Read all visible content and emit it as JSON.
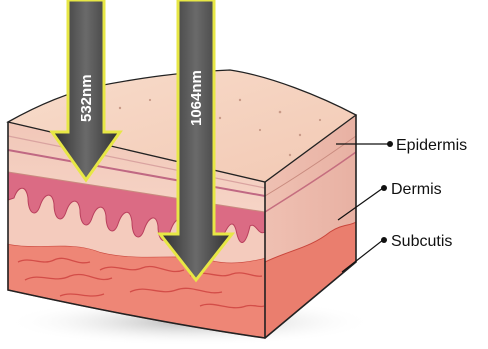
{
  "diagram": {
    "layers": [
      {
        "id": "epidermis",
        "label": "Epidermis"
      },
      {
        "id": "dermis",
        "label": "Dermis"
      },
      {
        "id": "subcutis",
        "label": "Subcutis"
      }
    ],
    "beams": [
      {
        "id": "short",
        "label": "532nm"
      },
      {
        "id": "long",
        "label": "1064nm"
      }
    ],
    "colors": {
      "skin_top": "#f6d7c3",
      "epidermis": "#efc2b6",
      "dermis": "#f3c1b4",
      "papillae": "#d9607c",
      "subcutis": "#ef8a7a",
      "beam_fill": "#4a4a4a",
      "beam_outline": "#e7e745"
    }
  }
}
